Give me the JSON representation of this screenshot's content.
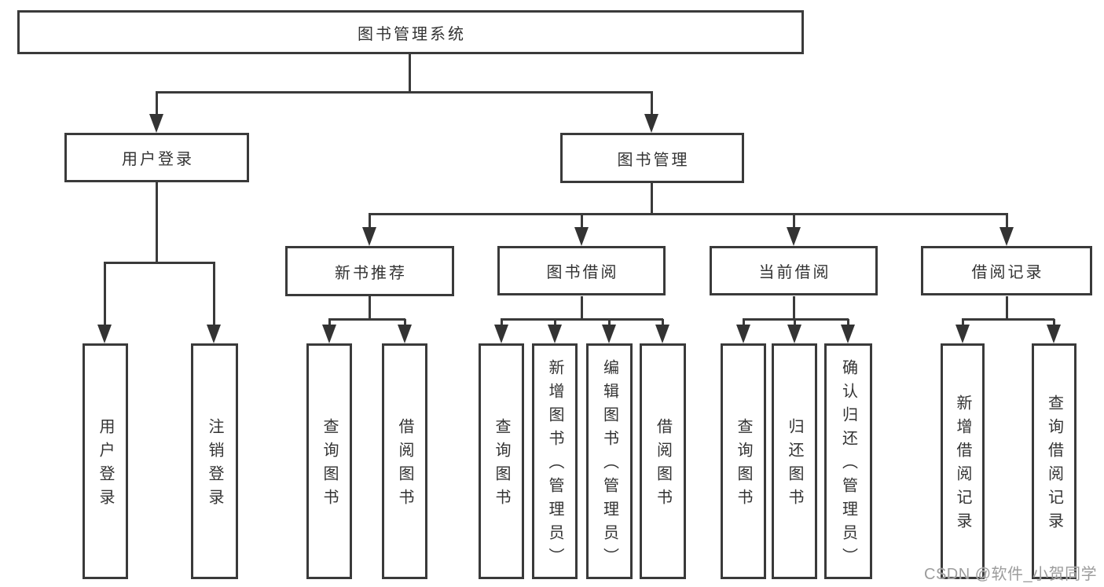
{
  "diagram": {
    "root": "图书管理系统",
    "level2": [
      "用户登录",
      "图书管理"
    ],
    "level3": [
      "新书推荐",
      "图书借阅",
      "当前借阅",
      "借阅记录"
    ],
    "leaves": [
      "用户登录",
      "注销登录",
      "查询图书",
      "借阅图书",
      "查询图书",
      "新增图书（管理员）",
      "编辑图书（管理员）",
      "借阅图书",
      "查询图书",
      "归还图书",
      "确认归还（管理员）",
      "新增借阅记录",
      "查询借阅记录"
    ],
    "watermark": "CSDN @软件_小贺同学",
    "colors": {
      "line": "#3a3a3a",
      "text": "#333333",
      "background": "#ffffff",
      "watermark": "#9c9c9c"
    }
  }
}
